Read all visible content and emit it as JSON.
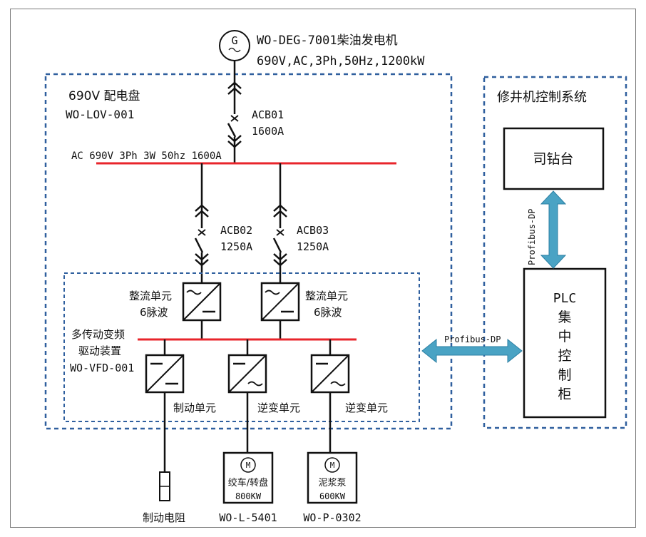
{
  "generator": {
    "symbol": "G",
    "name": "WO-DEG-7001柴油发电机",
    "spec": "690V,AC,3Ph,50Hz,1200kW"
  },
  "panel": {
    "title": "690V 配电盘",
    "code": "WO-LOV-001"
  },
  "busbar_main": {
    "label": "AC 690V 3Ph 3W 50hz 1600A"
  },
  "breakers": [
    {
      "name": "ACB01",
      "rating": "1600A"
    },
    {
      "name": "ACB02",
      "rating": "1250A"
    },
    {
      "name": "ACB03",
      "rating": "1250A"
    }
  ],
  "vfd": {
    "title_line1": "多传动变频",
    "title_line2": "驱动装置",
    "code": "WO-VFD-001",
    "rectifiers": [
      {
        "line1": "整流单元",
        "line2": "6脉波"
      },
      {
        "line1": "整流单元",
        "line2": "6脉波"
      }
    ],
    "units": [
      "制动单元",
      "逆变单元",
      "逆变单元"
    ]
  },
  "loads": {
    "brake_resistor": "制动电阻",
    "motors": [
      {
        "symbol": "M",
        "name": "绞车/转盘",
        "power": "800KW",
        "code": "WO-L-5401"
      },
      {
        "symbol": "M",
        "name": "泥浆泵",
        "power": "600KW",
        "code": "WO-P-0302"
      }
    ]
  },
  "control_system": {
    "title": "修井机控制系统",
    "driller": "司钻台",
    "plc_lines": [
      "PLC",
      "集",
      "中",
      "控",
      "制",
      "柜"
    ],
    "link_vertical": "Profibus-DP",
    "link_horizontal": "Profibus-DP"
  },
  "colors": {
    "busbar": "#e8252b",
    "dashed_border": "#2f5f9e",
    "arrow": "#4aa3c4",
    "line": "#111111"
  }
}
